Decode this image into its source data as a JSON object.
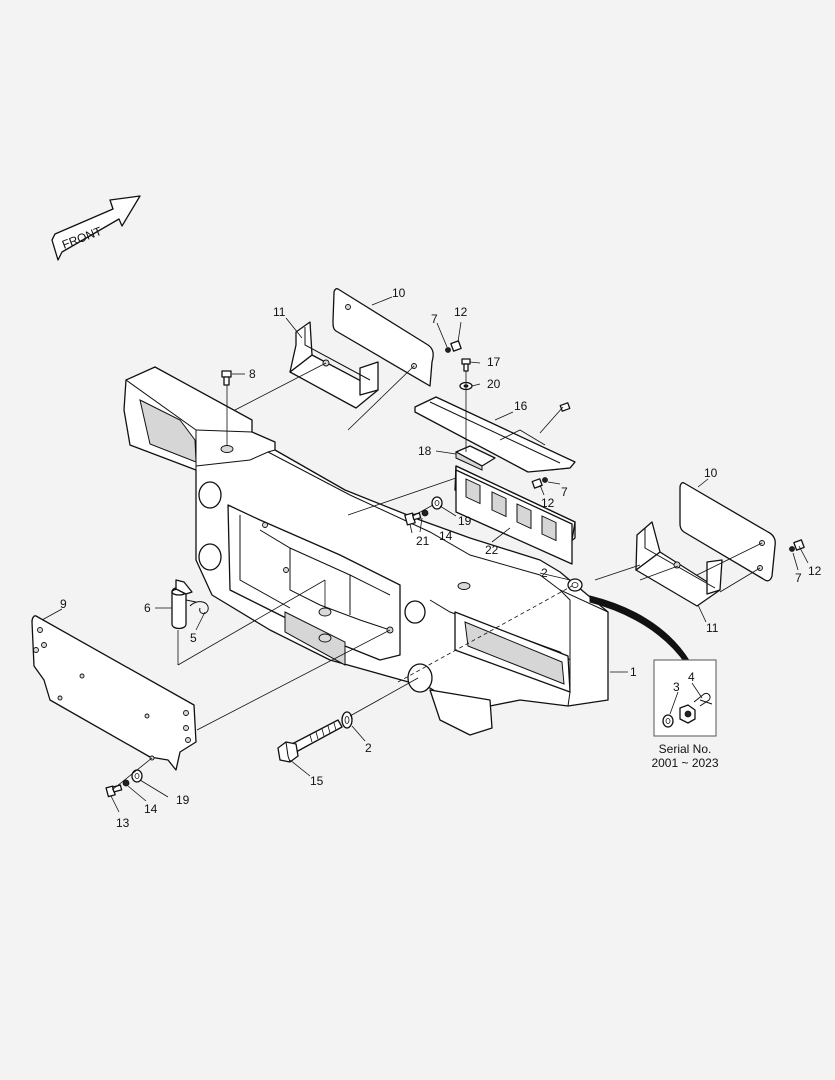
{
  "arrow_label": "FRONT",
  "serial_note": {
    "line1": "Serial No.",
    "line2": "2001 ~ 2023"
  },
  "callouts": {
    "c1": "1",
    "c2a": "2",
    "c2b": "2",
    "c3": "3",
    "c4": "4",
    "c5": "5",
    "c6": "6",
    "c7a": "7",
    "c7b": "7",
    "c7c": "7",
    "c8": "8",
    "c9": "9",
    "c10a": "10",
    "c10b": "10",
    "c11a": "11",
    "c11b": "11",
    "c12a": "12",
    "c12b": "12",
    "c12c": "12",
    "c13": "13",
    "c14a": "14",
    "c14b": "14",
    "c15": "15",
    "c16": "16",
    "c17": "17",
    "c18": "18",
    "c19a": "19",
    "c19b": "19",
    "c20": "20",
    "c21": "21",
    "c22": "22"
  }
}
